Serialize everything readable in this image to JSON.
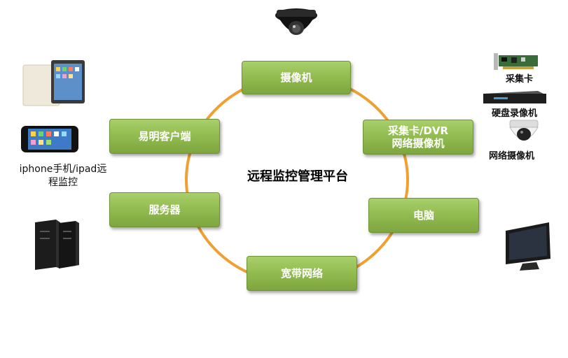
{
  "diagram": {
    "center_title": "远程监控管理平台",
    "nodes": [
      {
        "id": "camera",
        "lines": [
          "摄像机"
        ]
      },
      {
        "id": "capture-dvr",
        "lines": [
          "采集卡/DVR",
          "网络摄像机"
        ]
      },
      {
        "id": "computer",
        "lines": [
          "电脑"
        ]
      },
      {
        "id": "broadband",
        "lines": [
          "宽带网络"
        ]
      },
      {
        "id": "server",
        "lines": [
          "服务器"
        ]
      },
      {
        "id": "client",
        "lines": [
          "易明客户端"
        ]
      }
    ],
    "right_labels": {
      "capture_card": "采集卡",
      "dvr": "硬盘录像机",
      "ip_camera": "网络摄像机"
    },
    "left_caption": [
      "iphone手机/ipad远",
      "程监控"
    ],
    "ring_color": "#f0a030",
    "node_color": "#93bd51",
    "icons": [
      "dome-camera-icon",
      "ipad-icon",
      "iphone-icon",
      "server-rack-icon",
      "capture-card-icon",
      "dvr-icon",
      "ip-camera-icon",
      "monitor-icon"
    ]
  }
}
